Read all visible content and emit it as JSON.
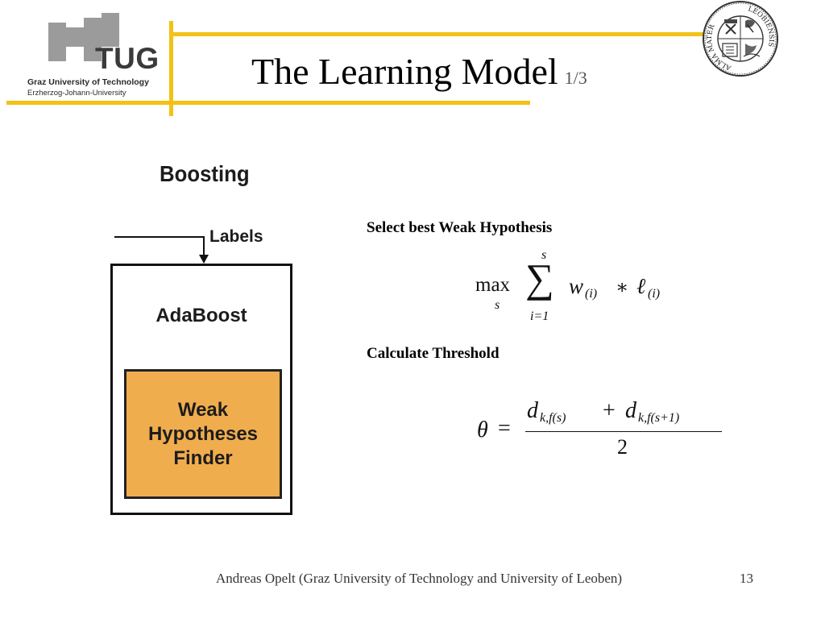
{
  "header": {
    "logo": {
      "wordmark": "TUG",
      "line1": "Graz University of Technology",
      "line2": "Erzherzog-Johann-University"
    },
    "title": "The Learning Model",
    "title_suffix": "1/3",
    "seal": {
      "icon": "university-seal-icon",
      "text_left": "ALMA MATER",
      "text_right": "LEOBIENSIS"
    },
    "accent_color": "#f2c214"
  },
  "diagram": {
    "heading": "Boosting",
    "input_label": "Labels",
    "outer_label": "AdaBoost",
    "inner_label": "Weak\nHypotheses\nFinder",
    "inner_fill": "#f0ad4e"
  },
  "content": {
    "step1_heading": "Select best Weak Hypothesis",
    "formula1": {
      "operator": "max",
      "operator_sub": "s",
      "sum_upper": "s",
      "sum_lower": "i=1",
      "sum_symbol": "∑",
      "term_w": "w",
      "term_w_sub": "(i)",
      "times": "∗",
      "term_l": "ℓ",
      "term_l_sub": "(i)"
    },
    "step2_heading": "Calculate Threshold",
    "formula2": {
      "lhs": "θ",
      "eq": "=",
      "num_d1": "d",
      "num_d1_sub": "k,f(s)",
      "plus": "+",
      "num_d2": "d",
      "num_d2_sub": "k,f(s+1)",
      "denominator": "2"
    }
  },
  "footer": {
    "author": "Andreas Opelt (Graz University of Technology and University of Leoben)",
    "page": "13"
  }
}
